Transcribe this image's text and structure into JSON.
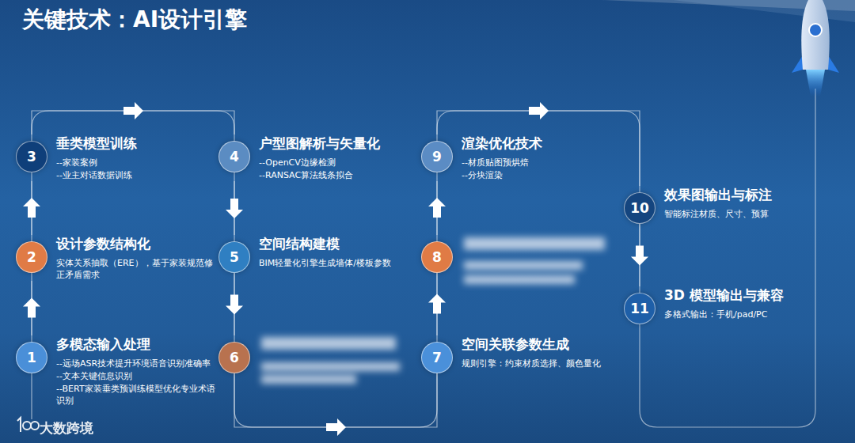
{
  "diagram": {
    "title": "关键技术：AI设计引擎",
    "nodes": [
      {
        "text": [
          "1",
          "多模态输入处理",
          "--远场ASR技术提升环境语音识别准确率",
          "--文本关键信息识别",
          "--BERT家装垂类预训练模型优化专业术语识别"
        ]
      },
      {
        "text": [
          "2",
          "设计参数结构化",
          "实体关系抽取（ERE），基于家装规范修正矛盾需求"
        ]
      },
      {
        "text": [
          "3",
          "垂类模型训练",
          "--家装案例",
          "--业主对话数据训练"
        ]
      },
      {
        "text": [
          "4",
          "户型图解析与矢量化",
          "--OpenCV边缘检测",
          "--RANSAC算法线条拟合"
        ]
      },
      {
        "text": [
          "5",
          "空间结构建模",
          "BIM轻量化引擎生成墙体/楼板参数"
        ]
      },
      {
        "text": [
          "6"
        ]
      },
      {
        "text": [
          "7",
          "空间关联参数生成",
          "规则引擎：约束材质选择、颜色量化"
        ]
      },
      {
        "text": [
          "8"
        ]
      },
      {
        "text": [
          "9",
          "渲染优化技术",
          "--材质贴图预烘焙",
          "--分块渲染"
        ]
      },
      {
        "text": [
          "10",
          "效果图输出与标注",
          "智能标注材质、尺寸、预算"
        ]
      },
      {
        "text": [
          "11",
          "3D 模型输出与兼容",
          "多格式输出：手机/pad/PC"
        ]
      }
    ],
    "edges": [
      {
        "from": 0,
        "to": 1,
        "arrow": "to"
      },
      {
        "from": 1,
        "to": 2,
        "arrow": "to"
      },
      {
        "from": 2,
        "to": 3,
        "arrow": "to"
      },
      {
        "from": 3,
        "to": 4,
        "arrow": "to"
      },
      {
        "from": 4,
        "to": 5,
        "arrow": "to"
      },
      {
        "from": 5,
        "to": 6,
        "arrow": "to"
      },
      {
        "from": 6,
        "to": 7,
        "arrow": "to"
      },
      {
        "from": 7,
        "to": 8,
        "arrow": "to"
      },
      {
        "from": 8,
        "to": 9,
        "arrow": "to"
      },
      {
        "from": 9,
        "to": 10,
        "arrow": "to"
      }
    ],
    "labels": [
      "大数跨境"
    ]
  }
}
